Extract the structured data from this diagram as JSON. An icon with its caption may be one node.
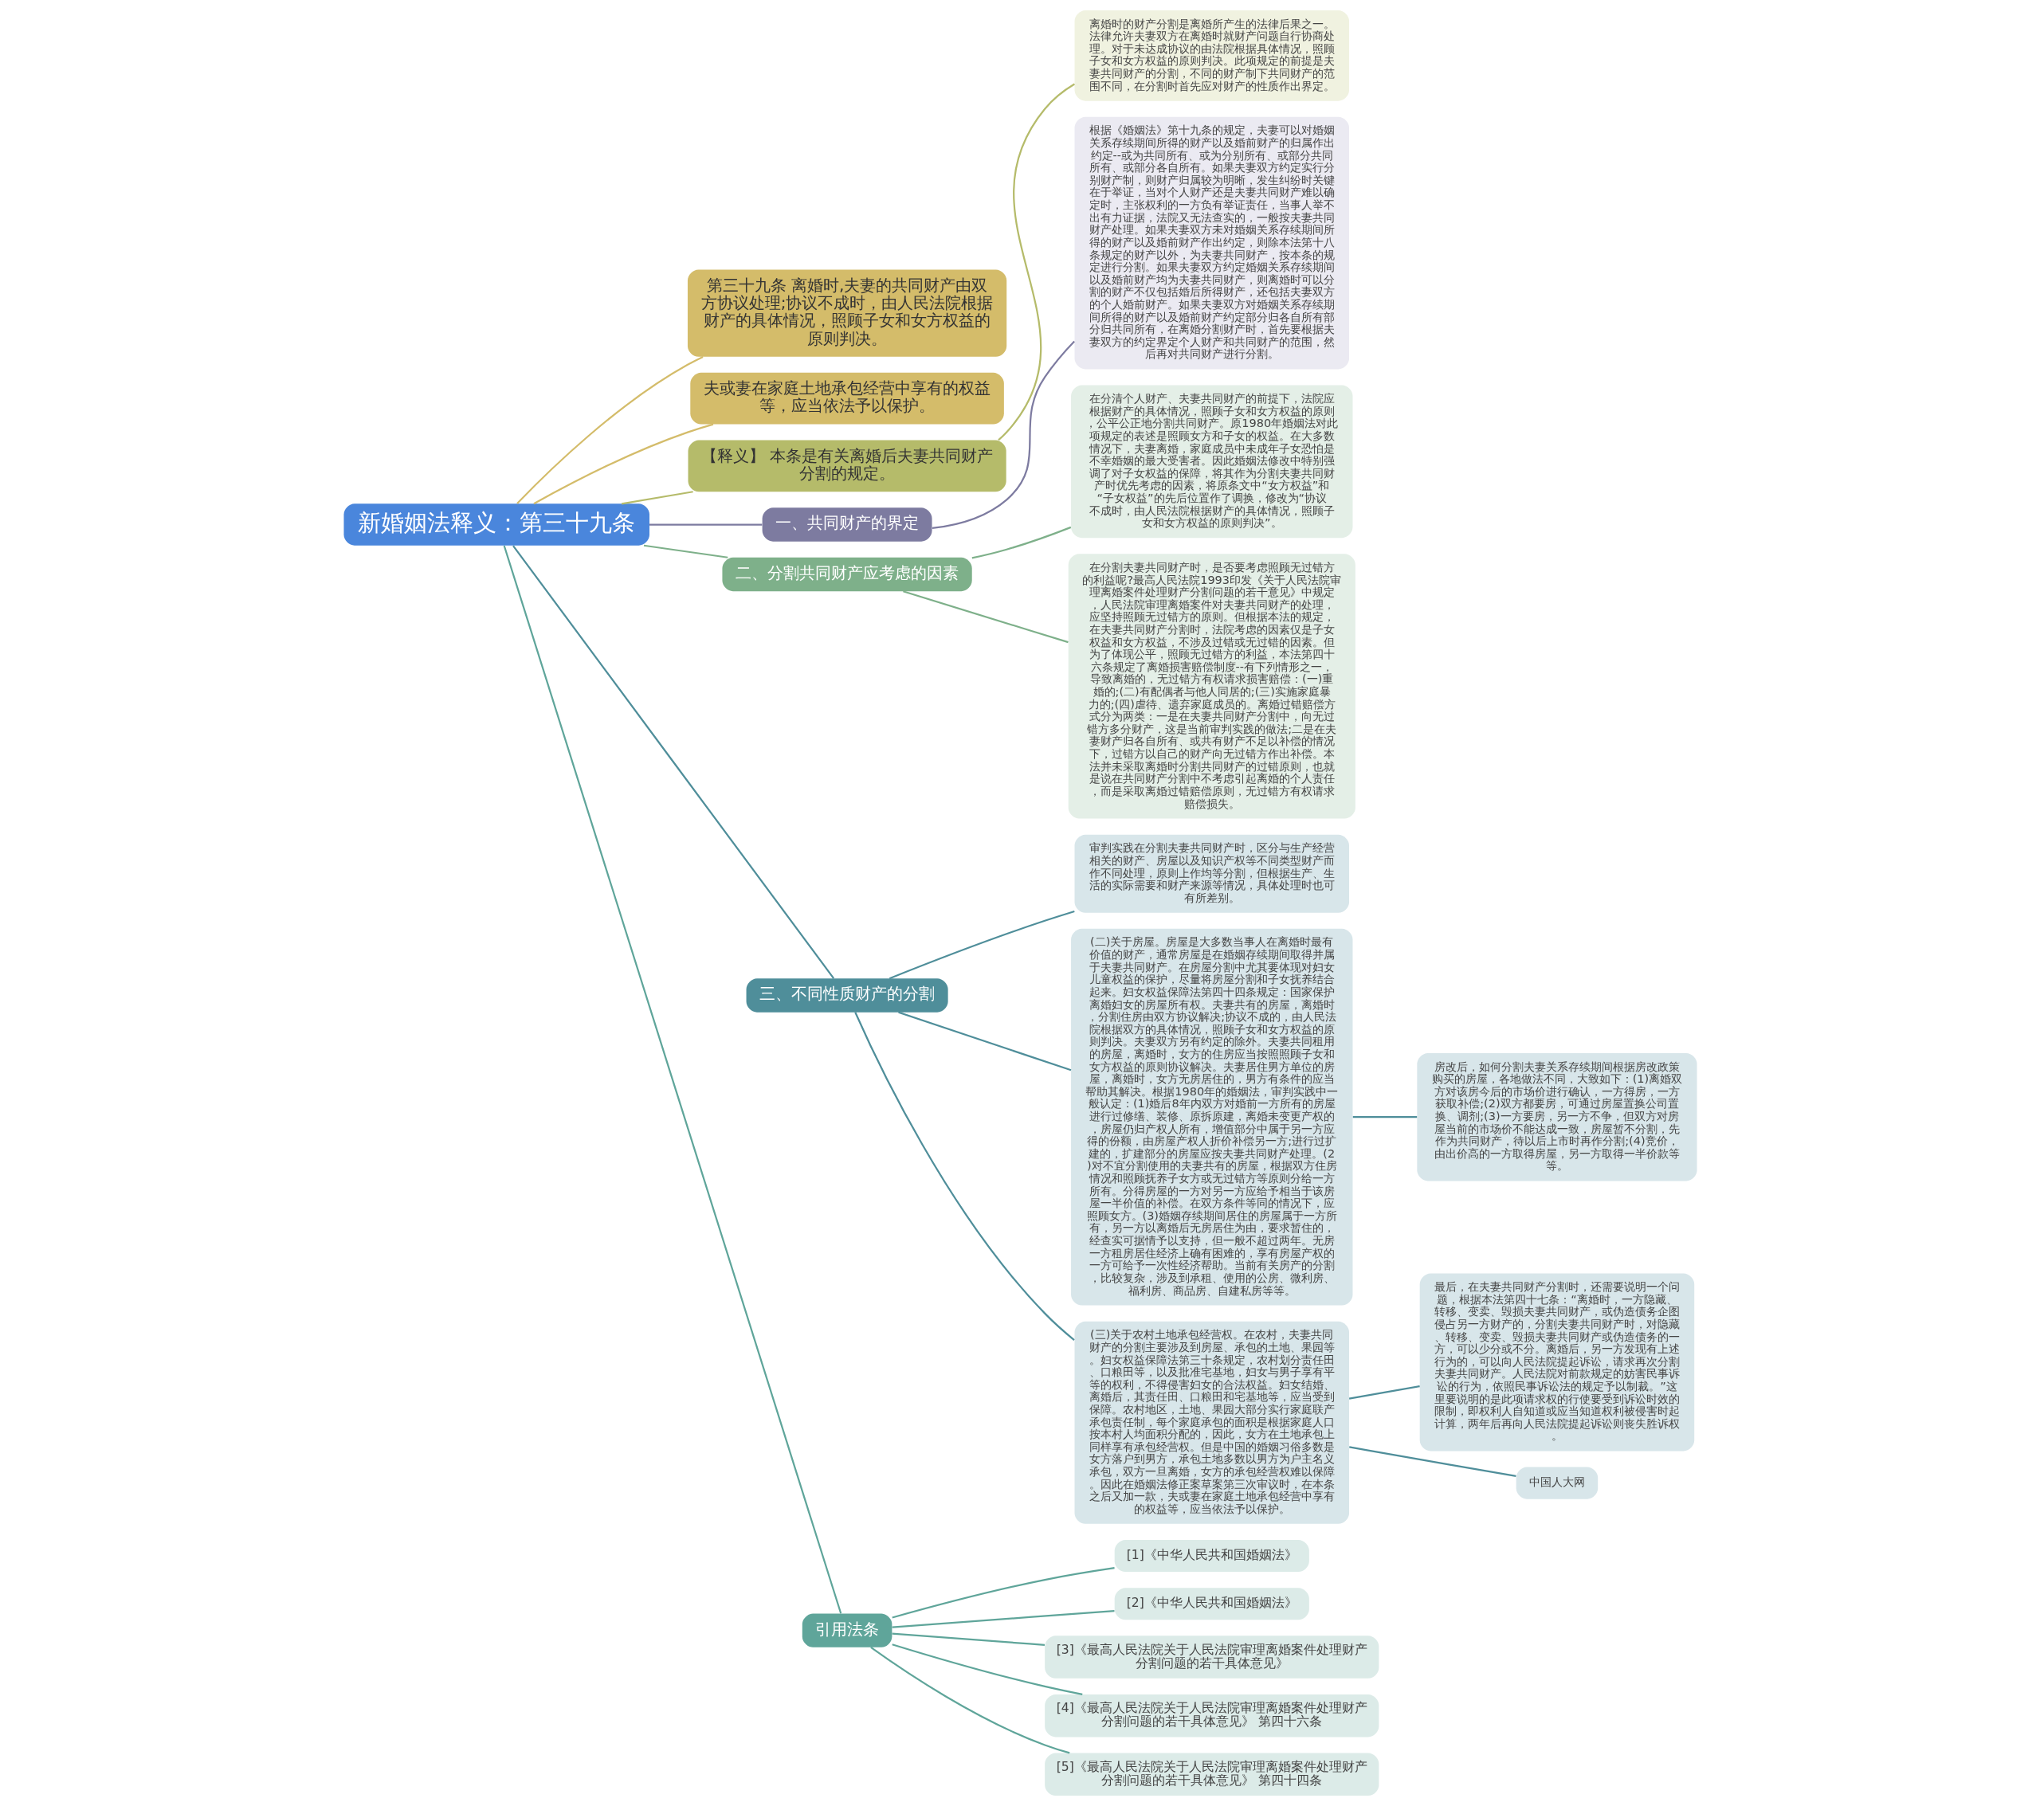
{
  "diagram": {
    "nodes": [
      {
        "text": [
          "新婚姻法释义：第三十九条"
        ]
      },
      {
        "text": [
          "第三十九条 离婚时,夫妻的共同财产由双方协议处理;协议不成时，由人民法院根据财产的具体情况，照顾子女和女方权益的原则判决。"
        ]
      },
      {
        "text": [
          "夫或妻在家庭土地承包经营中享有的权益等，应当依法予以保护。"
        ]
      },
      {
        "text": [
          "【释义】 本条是有关离婚后夫妻共同财产分割的规定。"
        ]
      },
      {
        "text": [
          "离婚时的财产分割是离婚所产生的法律后果之一。法律允许夫妻双方在离婚时就财产问题自行协商处理。对于未达成协议的由法院根据具体情况，照顾子女和女方权益的原则判决。此项规定的前提是夫妻共同财产的分割，不同的财产制下共同财产的范围不同，在分割时首先应对财产的性质作出界定。"
        ]
      },
      {
        "text": [
          "一、共同财产的界定"
        ]
      },
      {
        "text": [
          "根据《婚姻法》第十九条的规定，夫妻可以对婚姻关系存续期间所得的财产以及婚前财产的归属作出约定--或为共同所有、或为分别所有、或部分共同所有、或部分各自所有。如果夫妻双方约定实行分别财产制，则财产归属较为明晰，发生纠纷时关键在于举证，当对个人财产还是夫妻共同财产难以确定时，主张权利的一方负有举证责任，当事人举不出有力证据，法院又无法查实的，一般按夫妻共同财产处理。如果夫妻双方未对婚姻关系存续期间所得的财产以及婚前财产作出约定，则除本法第十八条规定的财产以外，为夫妻共同财产，按本条的规定进行分割。如果夫妻双方约定婚姻关系存续期间以及婚前财产均为夫妻共同财产，则离婚时可以分割的财产不仅包括婚后所得财产，还包括夫妻双方的个人婚前财产。如果夫妻双方对婚姻关系存续期间所得的财产以及婚前财产约定部分归各自所有部分归共同所有，在离婚分割财产时，首先要根据夫妻双方的约定界定个人财产和共同财产的范围，然后再对共同财产进行分割。"
        ]
      },
      {
        "text": [
          "二、分割共同财产应考虑的因素"
        ]
      },
      {
        "text": [
          "在分清个人财产、夫妻共同财产的前提下，法院应根据财产的具体情况，照顾子女和女方权益的原则，公平公正地分割共同财产。原1980年婚姻法对此项规定的表述是照顾女方和子女的权益。在大多数情况下，夫妻离婚，家庭成员中未成年子女恐怕是不幸婚姻的最大受害者。因此婚姻法修改中特别强调了对子女权益的保障，将其作为分割夫妻共同财产时优先考虑的因素，将原条文中“女方权益”和“子女权益”的先后位置作了调换，修改为“协议不成时，由人民法院根据财产的具体情况，照顾子女和女方权益的原则判决”。"
        ]
      },
      {
        "text": [
          "在分割夫妻共同财产时，是否要考虑照顾无过错方的利益呢?最高人民法院1993印发《关于人民法院审理离婚案件处理财产分割问题的若干意见》中规定，人民法院审理离婚案件对夫妻共同财产的处理，应坚持照顾无过错方的原则。但根据本法的规定，在夫妻共同财产分割时，法院考虑的因素仅是子女权益和女方权益，不涉及过错或无过错的因素。但为了体现公平，照顾无过错方的利益，本法第四十六条规定了离婚损害赔偿制度--有下列情形之一，导致离婚的，无过错方有权请求损害赔偿：(一)重婚的;(二)有配偶者与他人同居的;(三)实施家庭暴力的;(四)虐待、遗弃家庭成员的。离婚过错赔偿方式分为两类：一是在夫妻共同财产分割中，向无过错方多分财产，这是当前审判实践的做法;二是在夫妻财产归各自所有、或共有财产不足以补偿的情况下，过错方以自己的财产向无过错方作出补偿。本法并未采取离婚时分割共同财产的过错原则，也就是说在共同财产分割中不考虑引起离婚的个人责任，而是采取离婚过错赔偿原则，无过错方有权请求赔偿损失。"
        ]
      },
      {
        "text": [
          "三、不同性质财产的分割"
        ]
      },
      {
        "text": [
          "审判实践在分割夫妻共同财产时，区分与生产经营相关的财产、房屋以及知识产权等不同类型财产而作不同处理，原则上作均等分割，但根据生产、生活的实际需要和财产来源等情况，具体处理时也可有所差别。"
        ]
      },
      {
        "text": [
          "(二)关于房屋。房屋是大多数当事人在离婚时最有价值的财产，通常房屋是在婚姻存续期间取得并属于夫妻共同财产。在房屋分割中尤其要体现对妇女儿童权益的保护，尽量将房屋分割和子女抚养结合起来。妇女权益保障法第四十四条规定：国家保护离婚妇女的房屋所有权。夫妻共有的房屋，离婚时，分割住房由双方协议解决;协议不成的，由人民法院根据双方的具体情况，照顾子女和女方权益的原则判决。夫妻双方另有约定的除外。夫妻共同租用的房屋，离婚时，女方的住房应当按照照顾子女和女方权益的原则协议解决。夫妻居住男方单位的房屋，离婚时，女方无房居住的，男方有条件的应当帮助其解决。根据1980年的婚姻法，审判实践中一般认定：(1)婚后8年内双方对婚前一方所有的房屋进行过修缮、装修、原拆原建，离婚未变更产权的，房屋仍归产权人所有，增值部分中属于另一方应得的份额，由房屋产权人折价补偿另一方;进行过扩建的，扩建部分的房屋应按夫妻共同财产处理。(2)对不宜分割使用的夫妻共有的房屋，根据双方住房情况和照顾抚养子女方或无过错方等原则分给一方所有。分得房屋的一方对另一方应给予相当于该房屋一半价值的补偿。在双方条件等同的情况下，应照顾女方。(3)婚姻存续期间居住的房屋属于一方所有，另一方以离婚后无房居住为由，要求暂住的，经查实可据情予以支持，但一般不超过两年。无房一方租房居住经济上确有困难的，享有房屋产权的一方可给予一次性经济帮助。当前有关房产的分割，比较复杂，涉及到承租、使用的公房、微利房、福利房、商品房、自建私房等等。"
        ]
      },
      {
        "text": [
          "(三)关于农村土地承包经营权。在农村，夫妻共同财产的分割主要涉及到房屋、承包的土地、果园等。妇女权益保障法第三十条规定，农村划分责任田、口粮田等，以及批准宅基地，妇女与男子享有平等的权利，不得侵害妇女的合法权益。妇女结婚、离婚后，其责任田、口粮田和宅基地等，应当受到保障。农村地区，土地、果园大部分实行家庭联产承包责任制，每个家庭承包的面积是根据家庭人口按本村人均面积分配的，因此，女方在土地承包上同样享有承包经营权。但是中国的婚姻习俗多数是女方落户到男方，承包土地多数以男方为户主名义承包，双方一旦离婚，女方的承包经营权难以保障。因此在婚姻法修正案草案第三次审议时，在本条之后又加一款，夫或妻在家庭土地承包经营中享有的权益等，应当依法予以保护。"
        ]
      },
      {
        "text": [
          "房改后，如何分割夫妻关系存续期间根据房改政策购买的房屋，各地做法不同，大致如下：(1)离婚双方对该房今后的市场价进行确认，一方得房，一方获取补偿;(2)双方都要房，可通过房屋置换公司置换、调剂;(3)一方要房，另一方不争，但双方对房屋当前的市场价不能达成一致，房屋暂不分割，先作为共同财产，待以后上市时再作分割;(4)竞价，由出价高的一方取得房屋，另一方取得一半价款等等。"
        ]
      },
      {
        "text": [
          "最后，在夫妻共同财产分割时，还需要说明一个问题，根据本法第四十七条：“离婚时，一方隐藏、转移、变卖、毁损夫妻共同财产，或伪造债务企图侵占另一方财产的，分割夫妻共同财产时，对隐藏、转移、变卖、毁损夫妻共同财产或伪造债务的一方，可以少分或不分。离婚后，另一方发现有上述行为的，可以向人民法院提起诉讼，请求再次分割夫妻共同财产。人民法院对前款规定的妨害民事诉讼的行为，依照民事诉讼法的规定予以制裁。”这里要说明的是此项请求权的行使要受到诉讼时效的限制，即权利人自知道或应当知道权利被侵害时起计算，两年后再向人民法院提起诉讼则丧失胜诉权。"
        ]
      },
      {
        "text": [
          "中国人大网"
        ]
      },
      {
        "text": [
          "引用法条"
        ]
      },
      {
        "text": [
          "[1]《中华人民共和国婚姻法》"
        ]
      },
      {
        "text": [
          "[2]《中华人民共和国婚姻法》"
        ]
      },
      {
        "text": [
          "[3]《最高人民法院关于人民法院审理离婚案件处理财产分割问题的若干具体意见》"
        ]
      },
      {
        "text": [
          "[4]《最高人民法院关于人民法院审理离婚案件处理财产分割问题的若干具体意见》 第四十六条"
        ]
      },
      {
        "text": [
          "[5]《最高人民法院关于人民法院审理离婚案件处理财产分割问题的若干具体意见》 第四十四条"
        ]
      }
    ],
    "edges": [
      {
        "from": 0,
        "to": 1,
        "arrow": "none",
        "color": "#d4bc6a"
      },
      {
        "from": 0,
        "to": 2,
        "arrow": "none",
        "color": "#d4bc6a"
      },
      {
        "from": 0,
        "to": 3,
        "arrow": "none",
        "color": "#b5bb6a"
      },
      {
        "from": 3,
        "to": 4,
        "arrow": "none",
        "color": "#b5bb6a"
      },
      {
        "from": 0,
        "to": 5,
        "arrow": "none",
        "color": "#7d7ba0"
      },
      {
        "from": 5,
        "to": 6,
        "arrow": "none",
        "color": "#7d7ba0"
      },
      {
        "from": 0,
        "to": 7,
        "arrow": "none",
        "color": "#7eb08a"
      },
      {
        "from": 7,
        "to": 8,
        "arrow": "none",
        "color": "#7eb08a"
      },
      {
        "from": 7,
        "to": 9,
        "arrow": "none",
        "color": "#7eb08a"
      },
      {
        "from": 0,
        "to": 10,
        "arrow": "none",
        "color": "#4f8e9a"
      },
      {
        "from": 10,
        "to": 11,
        "arrow": "none",
        "color": "#4f8e9a"
      },
      {
        "from": 10,
        "to": 12,
        "arrow": "none",
        "color": "#4f8e9a"
      },
      {
        "from": 10,
        "to": 13,
        "arrow": "none",
        "color": "#4f8e9a"
      },
      {
        "from": 12,
        "to": 14,
        "arrow": "none",
        "color": "#4f8e9a"
      },
      {
        "from": 13,
        "to": 15,
        "arrow": "none",
        "color": "#4f8e9a"
      },
      {
        "from": 13,
        "to": 16,
        "arrow": "none",
        "color": "#4f8e9a"
      },
      {
        "from": 0,
        "to": 17,
        "arrow": "none",
        "color": "#5fa59a"
      },
      {
        "from": 17,
        "to": 18,
        "arrow": "none",
        "color": "#5fa59a"
      },
      {
        "from": 17,
        "to": 19,
        "arrow": "none",
        "color": "#5fa59a"
      },
      {
        "from": 17,
        "to": 20,
        "arrow": "none",
        "color": "#5fa59a"
      },
      {
        "from": 17,
        "to": 21,
        "arrow": "none",
        "color": "#5fa59a"
      },
      {
        "from": 17,
        "to": 22,
        "arrow": "none",
        "color": "#5fa59a"
      }
    ]
  }
}
